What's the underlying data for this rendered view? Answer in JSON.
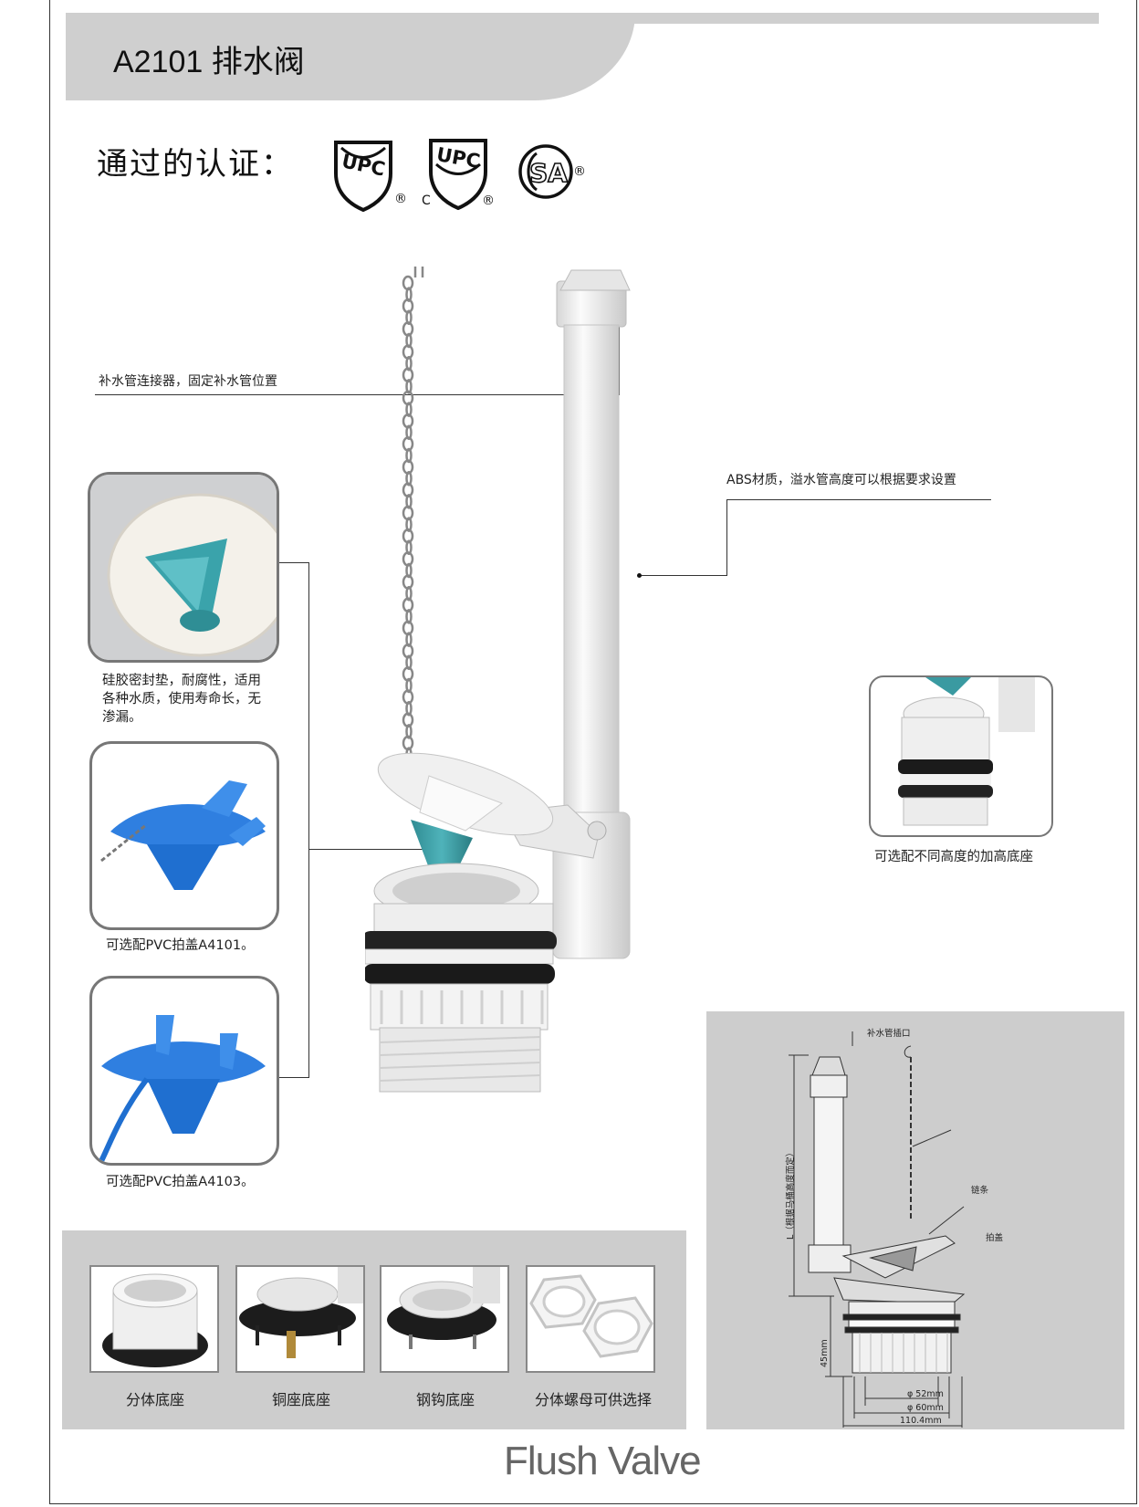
{
  "header": {
    "title": "A2101 排水阀"
  },
  "certification": {
    "label": "通过的认证：",
    "logos": [
      {
        "icon": "upc-shield-icon",
        "text": "UPC",
        "mark": "®"
      },
      {
        "icon": "cupc-shield-icon",
        "text": "UPC",
        "prefix": "C",
        "mark": "®"
      },
      {
        "icon": "csa-logo-icon",
        "text": "SA",
        "mark": "®"
      }
    ]
  },
  "callouts": {
    "refill_connector": "补水管连接器，固定补水管位置",
    "overflow_tube": "ABS材质，溢水管高度可以根据要求设置"
  },
  "features": [
    {
      "caption": "硅胶密封垫，耐腐性，适用各种水质，使用寿命长，无渗漏。"
    },
    {
      "caption": "可选配PVC拍盖A4101。"
    },
    {
      "caption": "可选配PVC拍盖A4103。"
    }
  ],
  "extension_base": {
    "caption": "可选配不同高度的加高底座"
  },
  "bases": [
    {
      "label": "分体底座"
    },
    {
      "label": "铜座底座"
    },
    {
      "label": "钢钩底座"
    },
    {
      "label": "分体螺母可供选择"
    }
  ],
  "diagram": {
    "refill_inlet": "补水管插口",
    "chain": "链条",
    "flapper": "拍盖",
    "height_note": "L（根据马桶高度而定）",
    "dim_45": "45mm",
    "dim_52": "φ 52mm",
    "dim_60": "φ 60mm",
    "dim_110": "110.4mm"
  },
  "footer": {
    "text": "Flush Valve"
  },
  "colors": {
    "panel_gray": "#cdcdcd",
    "flapper_teal": "#3fa2a9",
    "flapper_blue": "#1f77d0"
  }
}
